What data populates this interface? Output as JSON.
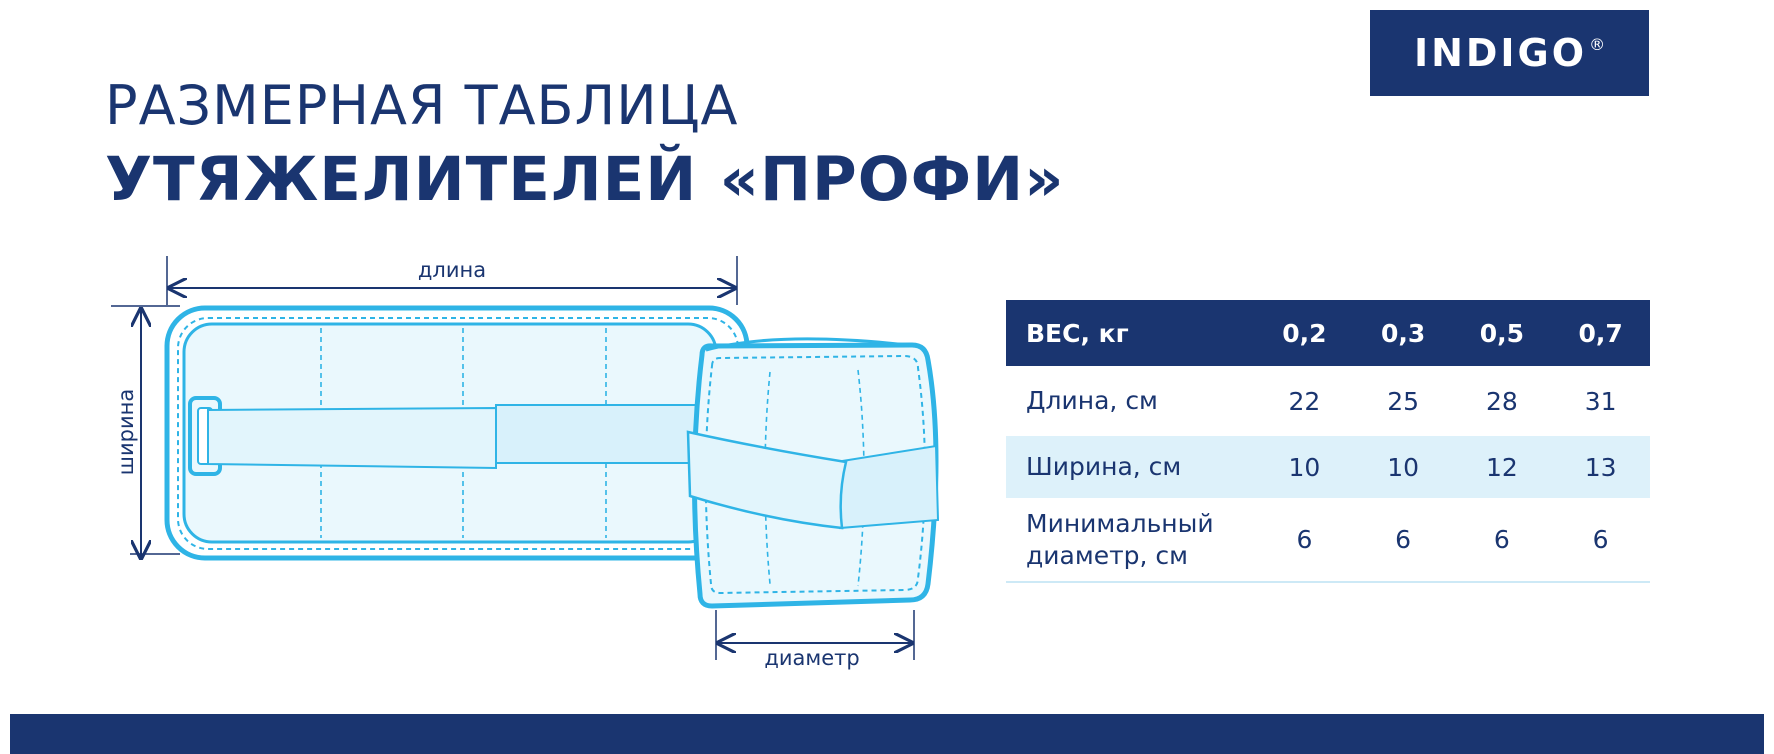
{
  "brand": {
    "logo": "INDIGO",
    "registered": "®"
  },
  "title": {
    "line1": "РАЗМЕРНАЯ ТАБЛИЦА",
    "line2": "УТЯЖЕЛИТЕЛЕЙ «ПРОФИ»"
  },
  "diagram": {
    "labels": {
      "length": "длина",
      "width": "ширина",
      "diameter": "диаметр"
    }
  },
  "table": {
    "header": [
      "ВЕС, кг",
      "0,2",
      "0,3",
      "0,5",
      "0,7"
    ],
    "rows": [
      {
        "label": "Длина, см",
        "values": [
          "22",
          "25",
          "28",
          "31"
        ]
      },
      {
        "label": "Ширина, см",
        "values": [
          "10",
          "10",
          "12",
          "13"
        ]
      },
      {
        "label_line1": "Минимальный",
        "label_line2": "диаметр, см",
        "values": [
          "6",
          "6",
          "6",
          "6"
        ]
      }
    ]
  },
  "colors": {
    "navy": "#1a3570",
    "outline": "#2fb4e6",
    "fill_light": "#e2f5fc",
    "row_highlight": "#ddf1fa"
  }
}
